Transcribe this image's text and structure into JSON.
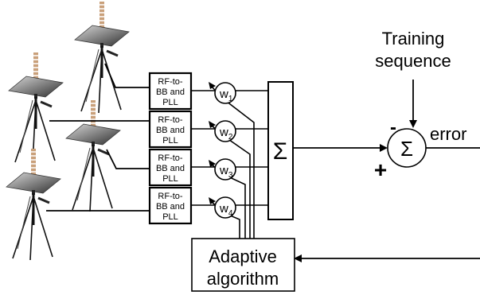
{
  "diagram": {
    "rf_block_line1": "RF-to-",
    "rf_block_line2": "BB and",
    "rf_block_line3": "PLL",
    "weights": [
      {
        "label": "w",
        "sub": "1"
      },
      {
        "label": "w",
        "sub": "2"
      },
      {
        "label": "w",
        "sub": "3"
      },
      {
        "label": "w",
        "sub": "4"
      }
    ],
    "adder_symbol": "Σ",
    "error_adder_symbol": "Σ",
    "training_label_line1": "Training",
    "training_label_line2": "sequence",
    "minus_sign": "-",
    "plus_sign": "+",
    "error_label": "error",
    "adaptive_line1": "Adaptive",
    "adaptive_line2": "algorithm",
    "antenna_count": 4
  }
}
